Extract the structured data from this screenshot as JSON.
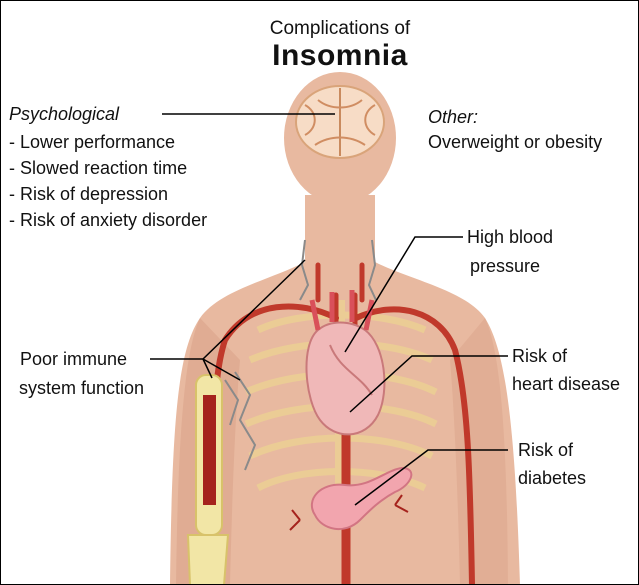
{
  "title": {
    "line1": "Complications of",
    "line2": "Insomnia"
  },
  "psychological": {
    "heading": "Psychological",
    "items": [
      "- Lower performance",
      "- Slowed reaction time",
      "- Risk of depression",
      "- Risk of anxiety disorder"
    ]
  },
  "other": {
    "heading": "Other:",
    "text": "Overweight or obesity"
  },
  "labels": {
    "blood_pressure_1": "High blood",
    "blood_pressure_2": "pressure",
    "immune_1": "Poor immune",
    "immune_2": "system function",
    "heart_1": "Risk of",
    "heart_2": "heart disease",
    "diabetes_1": "Risk of",
    "diabetes_2": "diabetes"
  },
  "colors": {
    "skin": "#e8b9a0",
    "skin_dark": "#d9a288",
    "artery": "#c0392b",
    "bone": "#f2e6a6",
    "brain": "#f7dcc6",
    "heart": "#f0b8b8",
    "pancreas": "#f2a5ae",
    "lymph": "#8a8a8a",
    "leader_line": "#000000"
  }
}
